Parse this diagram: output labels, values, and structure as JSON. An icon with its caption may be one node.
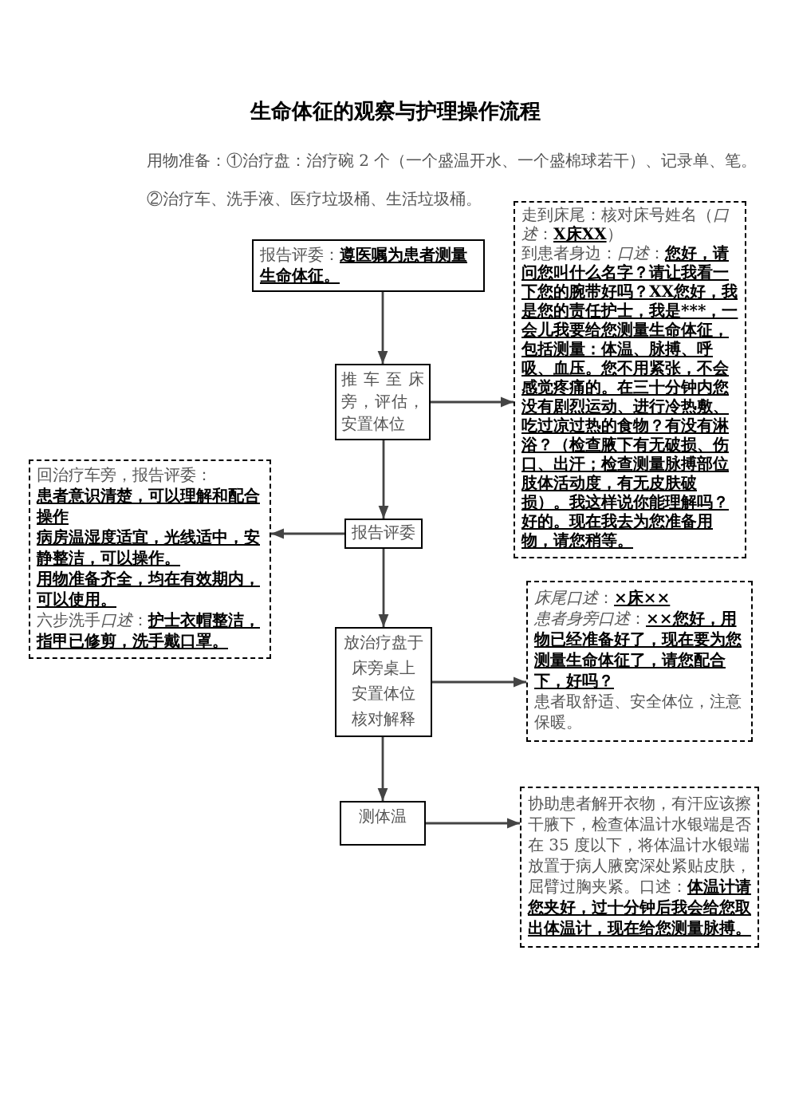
{
  "diagram": {
    "title": "生命体征的观察与护理操作流程",
    "nodes": [
      {
        "text": [
          "报告评委：**遵医嘱为患者测量生命体征。**"
        ]
      },
      {
        "text": [
          "走到床尾：核对床号姓名（*口述*：**X床XX**）",
          "到患者身边：*口述*：",
          "您好，请问您叫什么名字？请让我看一下您的腕带好吗？XX您好，我是您的责任护士，我是***，一会儿我要给您测量生命体征，包括测量：体温、脉搏、呼吸、血压。您不用紧张，不会感觉疼痛的。在三十分钟内您没有剧烈运动、进行冷热敷、吃过凉过热的食物？有没有淋浴？（检查腋下有无破损、伤口、出汗；检查测量脉搏部位肢体活动度，有无皮肤破损）。我这样说你能理解吗？好的。现在我去为您准备用物，请您稍等。"
        ]
      },
      {
        "text": [
          "推车至床旁，评估，安置体位"
        ]
      },
      {
        "text": [
          "报告评委"
        ]
      },
      {
        "text": [
          "回治疗车旁，报告评委：",
          "患者意识清楚，可以理解和配合操作",
          "病房温湿度适宜，光线适中，安静整洁，可以操作。",
          "用物准备齐全，均在有效期内，可以使用。",
          "六步洗手",
          "*口述*：**护士衣帽整洁，指甲已修剪，洗手戴口罩。**"
        ]
      },
      {
        "text": [
          "放治疗盘于床旁桌上",
          "安置体位",
          "核对解释"
        ]
      },
      {
        "text": [
          "*床尾口述*：**×床××**",
          "*患者身旁口述*：**××您好，用物已经准备好了，现在要为您测量生命体征了，请您配合下，好吗？**",
          "患者取舒适、安全体位，注意保暖。"
        ]
      },
      {
        "text": [
          "测体温"
        ]
      },
      {
        "text": [
          "协助患者解开衣物，有汗应该擦干腋下，检查体温计水银端是否在 35 度以下，将体温计水银端放置于病人腋窝深处紧贴皮肤，屈臂过胸夹紧。口述：**体温计请您夹好，过十分钟后我会给您取出体温计，现在给您测量脉搏。**"
        ]
      }
    ],
    "edges": [
      {
        "from": 0,
        "to": 2,
        "arrow": "to"
      },
      {
        "from": 2,
        "to": 1,
        "arrow": "to"
      },
      {
        "from": 2,
        "to": 3,
        "arrow": "to"
      },
      {
        "from": 3,
        "to": 4,
        "arrow": "to"
      },
      {
        "from": 3,
        "to": 5,
        "arrow": "to"
      },
      {
        "from": 5,
        "to": 6,
        "arrow": "to"
      },
      {
        "from": 5,
        "to": 7,
        "arrow": "to"
      },
      {
        "from": 7,
        "to": 8,
        "arrow": "to"
      }
    ],
    "labels": [
      "用物准备：①治疗盘：治疗碗 2 个（一个盛温开水、一个盛棉球若干）、记录单、笔。",
      "②治疗车、洗手液、医疗垃圾桶、生活垃圾桶。"
    ]
  }
}
